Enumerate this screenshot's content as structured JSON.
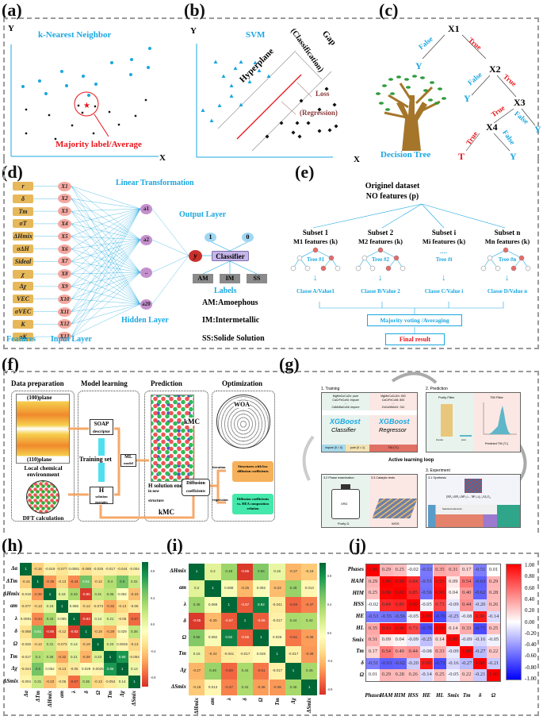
{
  "panels": {
    "a": {
      "label": "(a)",
      "title": "k-Nearest Neighbor",
      "y_axis": "Y",
      "x_axis": "X",
      "annotation": "Majority label/Average",
      "colors": {
        "class_a": "#1aa7e0",
        "class_b": "#111111",
        "query": "#e8141b"
      }
    },
    "b": {
      "label": "(b)",
      "title": "SVM",
      "y_axis": "Y",
      "x_axis": "X",
      "hyperplane_label": "Hyperplane",
      "gap_label": "Gap",
      "gap_sub": "(Classification)",
      "loss_label": "Loss",
      "loss_sub": "(Regression)"
    },
    "c": {
      "label": "(c)",
      "title": "Decision Tree",
      "nodes": [
        "X1",
        "X2",
        "X3",
        "X4"
      ],
      "true_label": "True",
      "false_label": "False",
      "leaf_y": "Y",
      "leaf_t": "T"
    },
    "d": {
      "label": "(d)",
      "features": [
        "r",
        "δ",
        "Tm",
        "σT",
        "ΔHmix",
        "σΔH",
        "Sideal",
        "χ",
        "Δχ",
        "VEC",
        "σVEC",
        "K",
        "σK"
      ],
      "inputs": [
        "X1",
        "X2",
        "X3",
        "X4",
        "X5",
        "X6",
        "X7",
        "X8",
        "X9",
        "X10",
        "X11",
        "X12",
        "X13"
      ],
      "hidden": [
        "a1",
        "a2",
        "..",
        "a20"
      ],
      "output": "y",
      "classifier": "Classifier",
      "outputs": [
        "1",
        "0"
      ],
      "labels": [
        "AM",
        "IM",
        "SS"
      ],
      "linear_transformation": "Linear Transformation",
      "output_layer": "Output Layer",
      "hidden_layer": "Hidden Layer",
      "features_caption": "Features",
      "input_layer": "Input Layer",
      "labels_caption": "Labels",
      "legend": [
        "AM:Amoephous",
        "IM:Intermetallic",
        "SS:Solide Solution"
      ]
    },
    "e": {
      "label": "(e)",
      "root_line1": "Originel dataset",
      "root_line2": "NO features (p)",
      "subsets": [
        {
          "name": "Subset 1",
          "features": "M1 features (k)",
          "tree": "Tree #1",
          "result": "Classe A/Value1"
        },
        {
          "name": "Subset 2",
          "features": "M2 features (k)",
          "tree": "Tree #2",
          "result": "Classe B/Value 2"
        },
        {
          "name": "Subset i",
          "features": "Mi features (k)",
          "tree": "Tree #i",
          "result": "Classe C/Value i"
        },
        {
          "name": "Subset n",
          "features": "Mn features (k)",
          "tree": "Tree #n",
          "result": "Classe D/Value n"
        }
      ],
      "ellipsis": "......",
      "voting": "Majority voting /Averaging",
      "final": "Final result"
    },
    "f": {
      "label": "(f)",
      "stages": [
        "Data preparation",
        "Model learning",
        "Prediction",
        "Optimization"
      ],
      "plane100": "(100)plane",
      "plane110": "(110)plane",
      "local_env_1": "Local chemical",
      "local_env_2": "environment",
      "dft": "DFT calculation",
      "soap_1": "SOAP",
      "soap_2": "descriptor",
      "training_set": "Training set",
      "h_label": "H",
      "h_sub_1": "solution",
      "h_sub_2": "energies",
      "ml_1": "ML",
      "ml_2": "model",
      "kmc": "kMC",
      "h_new_1": "H solution energies",
      "h_new_2": "in new",
      "h_new_3": "structure",
      "diff_1": "Diffusion",
      "diff_2": "coefficients",
      "woa": "WOA",
      "iteration": "iteration",
      "regression": "regression",
      "opt_box_1": "Structures with low diffusion coefficients",
      "opt_box_2": "Diffusion coefficients vs. HEA composition relation"
    },
    "g": {
      "label": "(g)",
      "training": "1. Training",
      "prediction": "2. Prediction",
      "experiment": "3. Experiment",
      "loop": "Active learning loop",
      "train_left": [
        "MgMnCoCuZn: pure",
        "CaCrFeCoNi: impure",
        "...",
        "CaMnBaCoNi: impure"
      ],
      "train_right": [
        "MgMnCoCuZn: 400",
        "CaCrFeCoNi: 800",
        "...",
        "ZnCuNiMnCr: 311"
      ],
      "xgboost": "XGBoost",
      "classifier": "Classifier",
      "regressor": "Regressor",
      "impure": "impure (0 = 0)",
      "pure": "pure (0 = 1)",
      "t50": "T50 (°C)",
      "purity_filter": "Purity Filter",
      "t50_filter": "T50 Filter",
      "purity_cats": [
        "impure",
        "pure"
      ],
      "t50_xlabel": "Predicted T50 (°C)",
      "ylabel": "Number of samples",
      "t50_ticks": [
        "400",
        "600"
      ],
      "t50_yticks": [
        "0",
        "50",
        "100"
      ],
      "phase_exam": "3.2 Phase examination",
      "catalytic": "3.3 Catalytic tests",
      "synthesis": "3.1 Synthesis",
      "xrd": "XRD",
      "purity": "Purity Ω",
      "wgs": "WGS",
      "formula": "(M¹₁/ₙM²₁/ₙM³₁/ₙ... Mⁿ₁/ₙ)₁/₃Al₂O₄",
      "selected": "Selected elements"
    },
    "h": {
      "label": "(h)",
      "vars": [
        "Δa",
        "ΔTm",
        "ΔHmix",
        "am",
        "λ",
        "δ",
        "Ω",
        "Tm",
        "Δχ",
        "ΔSmix"
      ],
      "matrix": [
        [
          1,
          -0.16,
          -0.019,
          -0.077,
          0.0081,
          -0.088,
          -0.026,
          -0.017,
          -0.044,
          -0.004
        ],
        [
          -0.16,
          1,
          -0.39,
          -0.13,
          -0.44,
          0.61,
          -0.12,
          0.4,
          0.6,
          0.31
        ],
        [
          -0.019,
          -0.39,
          1,
          0.18,
          0.43,
          -0.85,
          0.31,
          0.36,
          0.052,
          -0.23
        ],
        [
          -0.077,
          -0.13,
          0.18,
          1,
          0.085,
          -0.12,
          -0.073,
          -0.32,
          -0.13,
          -0.06
        ],
        [
          0.0081,
          -0.44,
          0.43,
          0.085,
          1,
          -0.83,
          0.14,
          0.21,
          -0.05,
          -0.57
        ],
        [
          -0.088,
          0.61,
          -0.85,
          -0.12,
          -0.83,
          1,
          -0.19,
          -0.28,
          0.029,
          0.36
        ],
        [
          -0.026,
          -0.12,
          0.31,
          -0.073,
          0.14,
          -0.19,
          1,
          0.23,
          0.0025,
          -0.13
        ],
        [
          -0.017,
          0.4,
          0.36,
          -0.32,
          0.21,
          -0.28,
          0.23,
          1,
          0.85,
          -0.054
        ],
        [
          -0.044,
          0.6,
          0.052,
          -0.13,
          -0.05,
          0.029,
          0.0025,
          0.85,
          1,
          0.14
        ],
        [
          -0.004,
          0.31,
          -0.23,
          -0.06,
          -0.57,
          0.36,
          -0.13,
          -0.054,
          0.14,
          1
        ]
      ],
      "colorbar_ticks": [
        "0.8",
        "0.4",
        "0.0",
        "-0.4",
        "-0.8"
      ]
    },
    "i": {
      "label": "(i)",
      "vars": [
        "ΔHmix",
        "am",
        "λ",
        "δ",
        "Ω",
        "Tm",
        "Δχ",
        "ΔSmix"
      ],
      "matrix": [
        [
          1,
          0.2,
          0.48,
          -0.85,
          0.56,
          0.16,
          -0.27,
          -0.19
        ],
        [
          0.2,
          1,
          0.088,
          -0.26,
          0.082,
          -0.24,
          0.49,
          0.013
        ],
        [
          0.48,
          0.088,
          1,
          -0.67,
          0.92,
          -0.041,
          -0.59,
          -0.47
        ],
        [
          -0.85,
          -0.26,
          -0.67,
          1,
          -0.65,
          -0.017,
          0.44,
          0.42
        ],
        [
          0.56,
          0.082,
          0.92,
          -0.65,
          1,
          0.026,
          -0.51,
          -0.36
        ],
        [
          0.16,
          -0.24,
          -0.041,
          -0.017,
          0.026,
          1,
          -0.017,
          -0.38
        ],
        [
          -0.27,
          0.49,
          -0.59,
          0.44,
          -0.51,
          -0.017,
          1,
          0.45
        ],
        [
          -0.19,
          0.013,
          -0.47,
          0.42,
          -0.36,
          -0.38,
          0.45,
          1
        ]
      ],
      "colorbar_ticks": [
        "0.8",
        "0.4",
        "0.0",
        "-0.4",
        "-0.8"
      ]
    },
    "j": {
      "label": "(j)",
      "vars": [
        "Phases",
        "HAM",
        "HIM",
        "HSS",
        "HE",
        "HL",
        "Smix",
        "Tm",
        "δ",
        "Ω"
      ],
      "matrix": [
        [
          1.0,
          0.29,
          0.25,
          -0.02,
          -0.53,
          0.35,
          0.31,
          0.17,
          -0.51,
          0.01
        ],
        [
          0.29,
          1.0,
          0.98,
          0.84,
          -0.55,
          0.93,
          0.09,
          0.54,
          -0.63,
          0.29
        ],
        [
          0.25,
          0.98,
          1.0,
          0.85,
          -0.56,
          0.96,
          0.04,
          0.4,
          -0.62,
          0.28
        ],
        [
          -0.02,
          0.84,
          0.85,
          1.0,
          -0.05,
          0.73,
          -0.09,
          0.44,
          -0.2,
          0.26
        ],
        [
          -0.53,
          -0.55,
          -0.56,
          -0.05,
          1.0,
          -0.7,
          -0.25,
          -0.08,
          0.9,
          -0.14
        ],
        [
          0.35,
          0.93,
          0.96,
          0.73,
          -0.7,
          1.0,
          0.14,
          0.33,
          -0.71,
          0.25
        ],
        [
          0.31,
          0.09,
          0.04,
          -0.09,
          -0.25,
          0.14,
          1.0,
          -0.09,
          -0.16,
          -0.05
        ],
        [
          0.17,
          0.54,
          0.4,
          0.44,
          -0.08,
          0.33,
          -0.09,
          1.0,
          -0.27,
          0.22
        ],
        [
          -0.51,
          -0.63,
          -0.62,
          -0.2,
          0.9,
          -0.71,
          -0.16,
          -0.27,
          1.0,
          -0.21
        ],
        [
          0.01,
          0.29,
          0.28,
          0.26,
          -0.14,
          0.25,
          -0.05,
          0.22,
          -0.21,
          1.0
        ]
      ],
      "colorbar_ticks": [
        "1.00",
        "0.80",
        "0.60",
        "0.40",
        "0.20",
        "0.00",
        "-0.20",
        "-0.40",
        "-0.60",
        "-0.80",
        "-1.00"
      ]
    }
  },
  "chart_data": [
    {
      "type": "heatmap",
      "title": "(h)",
      "x": [
        "Δa",
        "ΔTm",
        "ΔHmix",
        "am",
        "λ",
        "δ",
        "Ω",
        "Tm",
        "Δχ",
        "ΔSmix"
      ],
      "y": [
        "Δa",
        "ΔTm",
        "Δhmix",
        "am",
        "λ",
        "δ",
        "Ω",
        "Tm",
        "Δχ",
        "ΔSmix"
      ],
      "range": [
        -0.9,
        1.0
      ],
      "colormap": "RdYlGn",
      "colorbar_ticks": [
        0.8,
        0.4,
        0.0,
        -0.4,
        -0.8
      ]
    },
    {
      "type": "heatmap",
      "title": "(i)",
      "x": [
        "ΔHmix",
        "am",
        "λ",
        "δ",
        "Ω",
        "Tm",
        "Δχ",
        "ΔSmix"
      ],
      "y": [
        "ΔHmix",
        "am",
        "λ",
        "δ",
        "Ω",
        "Tm",
        "Δχ",
        "ΔSmix"
      ],
      "range": [
        -0.9,
        1.0
      ],
      "colormap": "RdYlGn",
      "colorbar_ticks": [
        0.8,
        0.4,
        0.0,
        -0.4,
        -0.8
      ]
    },
    {
      "type": "heatmap",
      "title": "(j)",
      "x": [
        "Phases",
        "HAM",
        "HIM",
        "HSS",
        "HE",
        "HL",
        "Smix",
        "Tm",
        "δ",
        "Ω"
      ],
      "y": [
        "Phases",
        "HAM",
        "HIM",
        "HSS",
        "HE",
        "HL",
        "Smix",
        "Tm",
        "δ",
        "Ω"
      ],
      "range": [
        -1.0,
        1.0
      ],
      "colormap": "bwr",
      "colorbar_ticks": [
        1.0,
        0.8,
        0.6,
        0.4,
        0.2,
        0.0,
        -0.2,
        -0.4,
        -0.6,
        -0.8,
        -1.0
      ]
    }
  ]
}
